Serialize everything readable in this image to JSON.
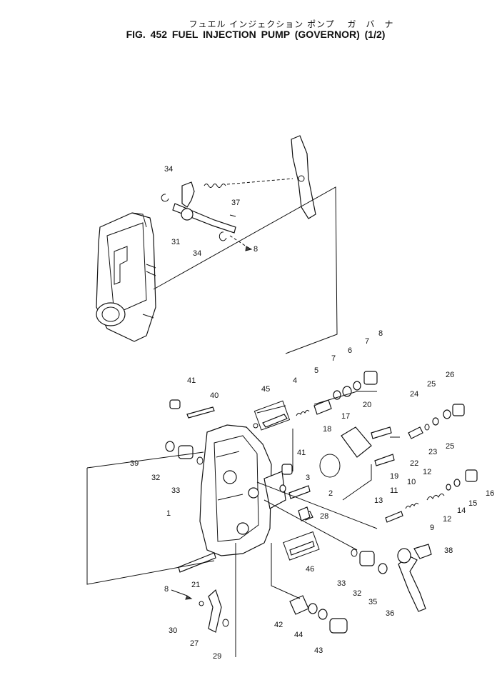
{
  "title_jp": "フュエル インジェクション ポンプ　 ガ　バ　ナ",
  "title_en": "FIG. 452  FUEL  INJECTION  PUMP  (GOVERNOR)  (1/2)",
  "labels": [
    "34",
    "37",
    "31",
    "34",
    "8",
    "1",
    "2",
    "3",
    "4",
    "5",
    "6",
    "7",
    "7",
    "8",
    "9",
    "10",
    "11",
    "12",
    "12",
    "13",
    "14",
    "15",
    "16",
    "17",
    "18",
    "19",
    "20",
    "21",
    "22",
    "23",
    "24",
    "25",
    "25",
    "26",
    "27",
    "28",
    "29",
    "30",
    "8",
    "32",
    "32",
    "33",
    "33",
    "35",
    "36",
    "38",
    "39",
    "40",
    "41",
    "41",
    "42",
    "43",
    "44",
    "45",
    "46"
  ]
}
